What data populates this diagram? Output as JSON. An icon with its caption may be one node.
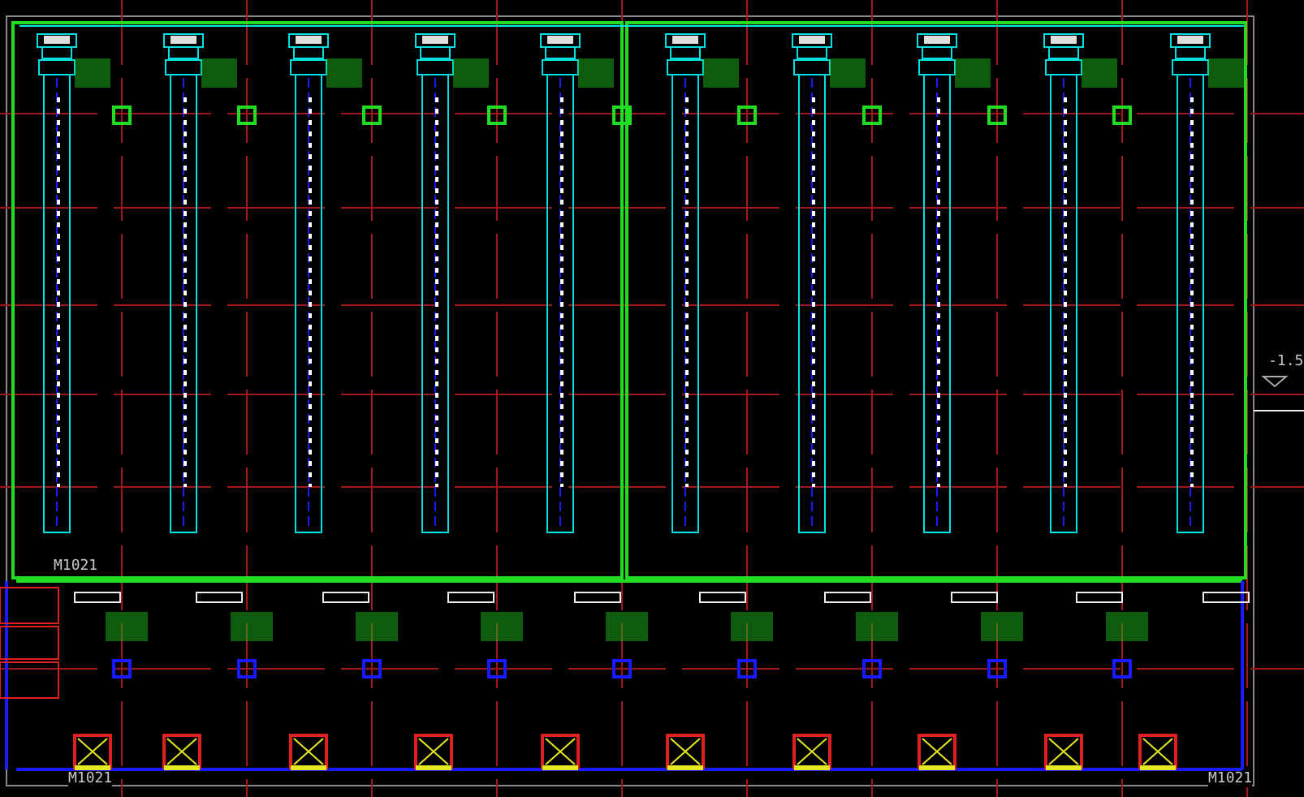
{
  "diagram": {
    "labels": [
      "M1021",
      "M1021",
      "M1021",
      "-1.5"
    ]
  }
}
